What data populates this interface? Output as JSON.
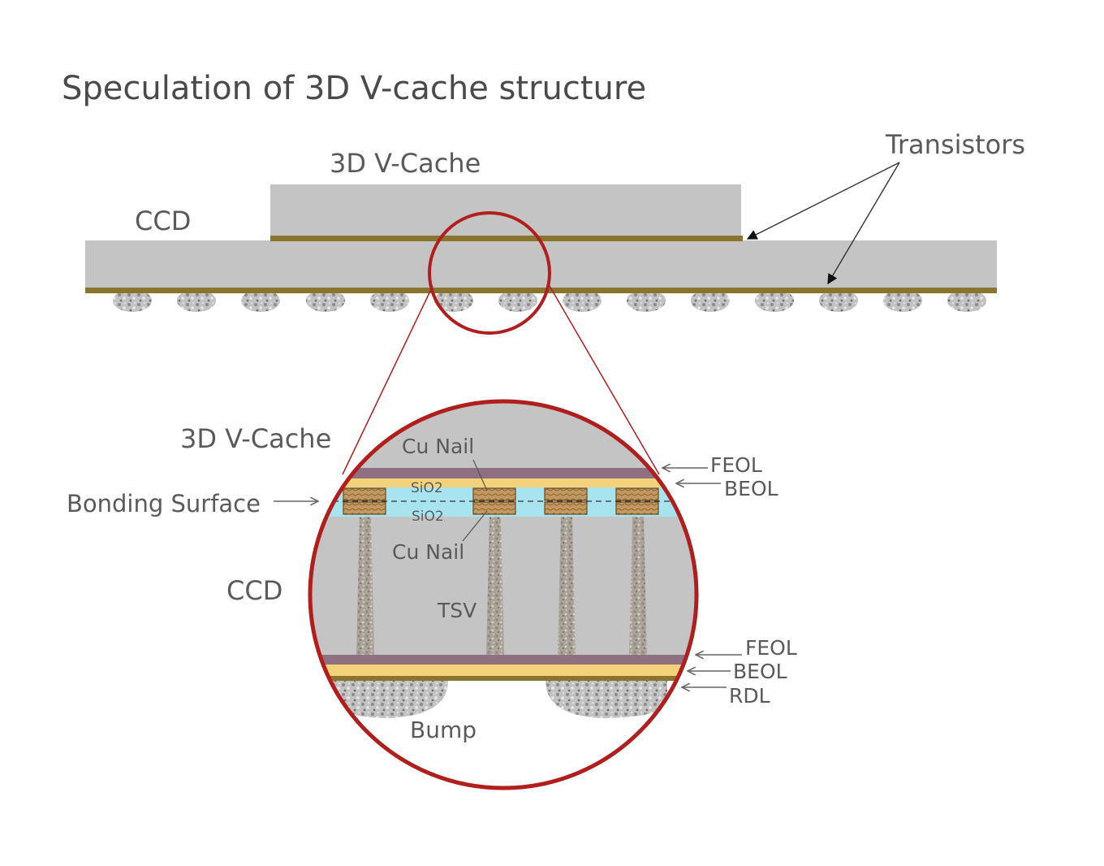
{
  "title": "Speculation of 3D V-cache structure",
  "overview": {
    "cache_label": "3D V-Cache",
    "ccd_label": "CCD",
    "transistors_label": "Transistors"
  },
  "detail": {
    "cache_label": "3D V-Cache",
    "ccd_label": "CCD",
    "bonding_surface_label": "Bonding Surface",
    "cu_nail_top_label": "Cu Nail",
    "cu_nail_bottom_label": "Cu Nail",
    "sio2_top_label": "SiO2",
    "sio2_bottom_label": "SiO2",
    "tsv_label": "TSV",
    "bump_label": "Bump",
    "feol_top_label": "FEOL",
    "beol_top_label": "BEOL",
    "feol_bottom_label": "FEOL",
    "beol_bottom_label": "BEOL",
    "rdl_label": "RDL"
  },
  "colors": {
    "silicon": "#c4c4c4",
    "transistor_layer": "#8a7530",
    "feol": "#8f7080",
    "beol": "#f4d27a",
    "sio2": "#a8e4f0",
    "cu_nail": "#b08850",
    "magnifier": "#b01e1e",
    "bump": "#b8b8b8"
  }
}
